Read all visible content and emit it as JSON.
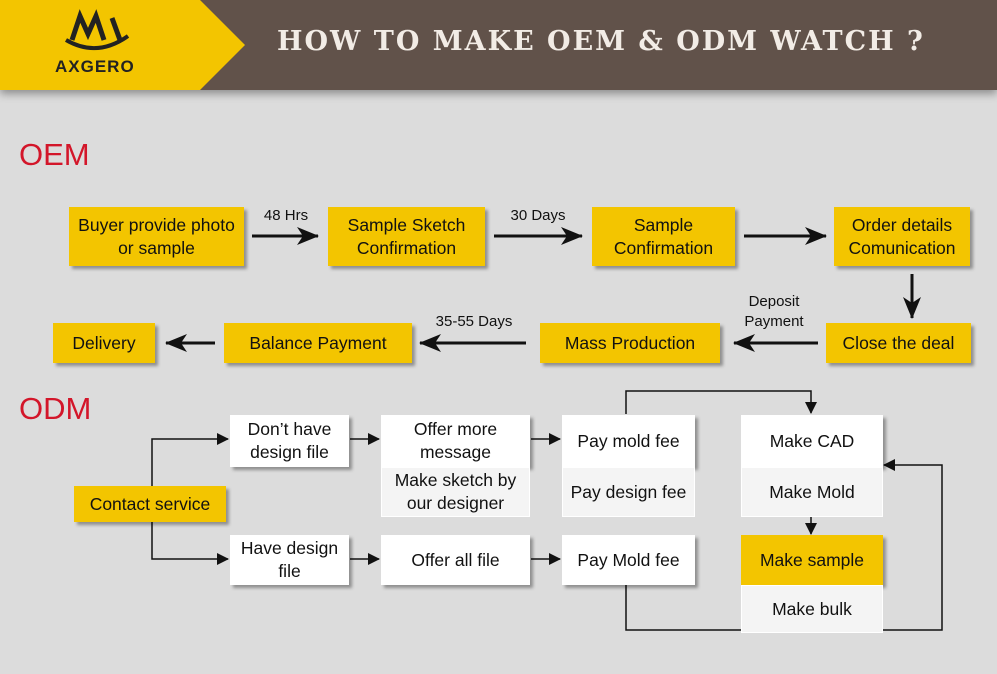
{
  "header": {
    "brand": "AXGERO",
    "title": "HOW TO MAKE OEM & ODM WATCH ?"
  },
  "oem": {
    "label": "OEM",
    "steps": {
      "buyer": "Buyer provide photo or sample",
      "sketch": "Sample Sketch Confirmation",
      "sample": "Sample Confirmation",
      "order": "Order details Comunication",
      "close": "Close the deal",
      "mass": "Mass Production",
      "balance": "Balance Payment",
      "delivery": "Delivery"
    },
    "edge_labels": {
      "hrs48": "48 Hrs",
      "days30": "30 Days",
      "deposit": "Deposit Payment",
      "days3555": "35-55 Days"
    }
  },
  "odm": {
    "label": "ODM",
    "steps": {
      "contact": "Contact service",
      "no_design": "Don’t have design file",
      "have_design": "Have design file",
      "offer_more": "Offer more message",
      "make_sketch": "Make sketch by our designer",
      "offer_all": "Offer all file",
      "pay_mold": "Pay mold fee",
      "pay_design": "Pay design fee",
      "pay_mold2": "Pay Mold fee",
      "make_cad": "Make CAD",
      "make_mold": "Make Mold",
      "make_sample": "Make sample",
      "make_bulk": "Make bulk"
    }
  }
}
